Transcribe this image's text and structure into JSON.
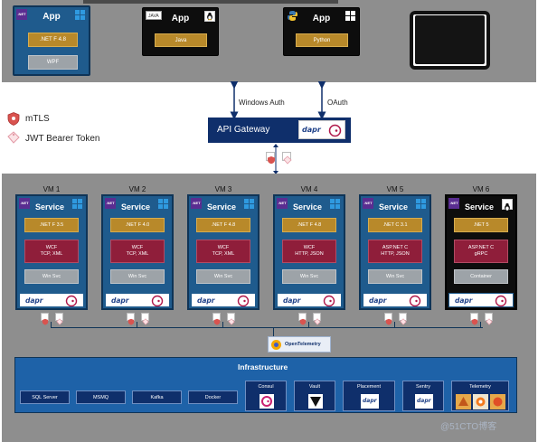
{
  "clients": [
    {
      "title": "App",
      "badge": ".NET",
      "os": "windows",
      "pills": [
        ".NET F 4.8",
        "WPF"
      ]
    },
    {
      "title": "App",
      "badge": "JAVA",
      "os": "linux",
      "pills": [
        "Java"
      ]
    },
    {
      "title": "App",
      "badge": "python",
      "os": "windows",
      "pills": [
        "Python"
      ]
    }
  ],
  "legend": {
    "mtls": "mTLS",
    "jwt": "JWT Bearer Token"
  },
  "gateway": {
    "title": "API Gateway",
    "dapr": "dapr",
    "auth_left": "Windows Auth",
    "auth_right": "OAuth"
  },
  "vms": [
    {
      "label": "VM 1",
      "title": "Service",
      "badge": ".NET",
      "os": "windows",
      "framework": ".NET F 3.5",
      "protocol": "WCF\nTCP, XML",
      "host": "Win Svc",
      "dapr": "dapr"
    },
    {
      "label": "VM 2",
      "title": "Service",
      "badge": ".NET",
      "os": "windows",
      "framework": ".NET F 4.0",
      "protocol": "WCF\nTCP, XML",
      "host": "Win Svc",
      "dapr": "dapr"
    },
    {
      "label": "VM 3",
      "title": "Service",
      "badge": ".NET",
      "os": "windows",
      "framework": ".NET F 4.8",
      "protocol": "WCF\nTCP, XML",
      "host": "Win Svc",
      "dapr": "dapr"
    },
    {
      "label": "VM 4",
      "title": "Service",
      "badge": ".NET",
      "os": "windows",
      "framework": ".NET F 4.8",
      "protocol": "WCF\nHTTP, JSON",
      "host": "Win Svc",
      "dapr": "dapr"
    },
    {
      "label": "VM 5",
      "title": "Service",
      "badge": ".NET",
      "os": "windows",
      "framework": ".NET C 3.1",
      "protocol": "ASP.NET C\nHTTP, JSON",
      "host": "Win Svc",
      "dapr": "dapr"
    },
    {
      "label": "VM 6",
      "title": "Service",
      "badge": ".NET",
      "os": "linux",
      "framework": ".NET 5",
      "protocol": "ASP.NET C\ngRPC",
      "host": "Container",
      "dapr": "dapr"
    }
  ],
  "telemetry": {
    "label": "OpenTelemetry"
  },
  "infrastructure": {
    "title": "Infrastructure",
    "boxes": [
      "SQL Server",
      "MSMQ",
      "Kafka",
      "Docker"
    ],
    "tiles": [
      {
        "label": "Consul",
        "icon": "consul-icon"
      },
      {
        "label": "Vault",
        "icon": "vault-icon"
      },
      {
        "label": "Placement",
        "icon": "dapr-icon"
      },
      {
        "label": "Sentry",
        "icon": "dapr-icon"
      },
      {
        "label": "Telemetry",
        "icon": "telemetry-icons"
      }
    ]
  },
  "watermark": "@51CTO博客",
  "colors": {
    "navy": "#0f2f6b",
    "service_blue": "#1f5b8d",
    "gold": "#b8892a",
    "wine": "#8f1e3a",
    "band_grey": "#8e8e8e"
  }
}
